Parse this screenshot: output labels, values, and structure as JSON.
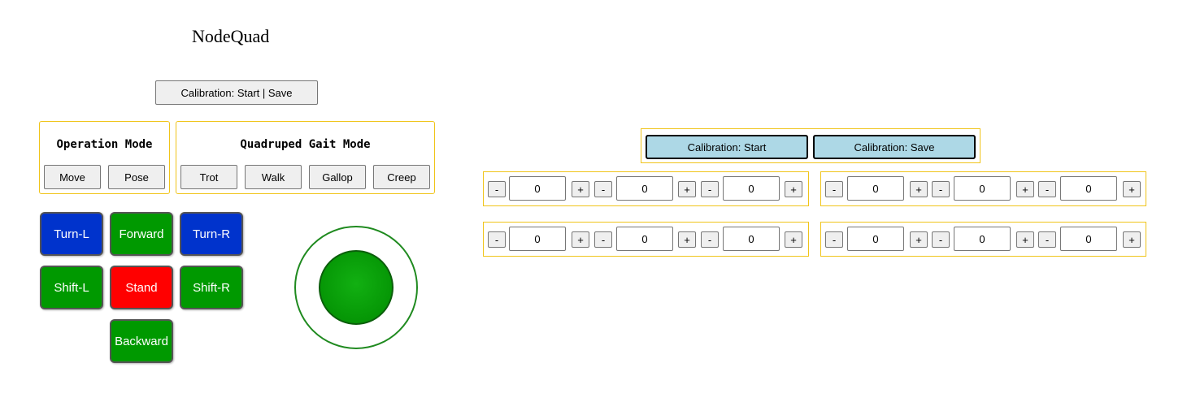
{
  "title": "NodeQuad",
  "calibration_toggle_label": "Calibration: Start | Save",
  "operation_mode": {
    "title": "Operation Mode",
    "buttons": [
      "Move",
      "Pose"
    ]
  },
  "gait_mode": {
    "title": "Quadruped Gait Mode",
    "buttons": [
      "Trot",
      "Walk",
      "Gallop",
      "Creep"
    ]
  },
  "direction_pad": {
    "turn_left": "Turn-L",
    "forward": "Forward",
    "turn_right": "Turn-R",
    "shift_left": "Shift-L",
    "stand": "Stand",
    "shift_right": "Shift-R",
    "backward": "Backward"
  },
  "colors": {
    "blue": "#0033cc",
    "green": "#009900",
    "red": "#ff0000",
    "panel_border": "#f0c419",
    "calibration_button": "#add8e6"
  },
  "joystick": {
    "outer_icon": "joystick-ring",
    "knob_icon": "joystick-knob"
  },
  "calibration": {
    "start_label": "Calibration: Start",
    "save_label": "Calibration: Save"
  },
  "legs": [
    {
      "minus": "-",
      "plus": "+",
      "values": [
        "0",
        "0",
        "0"
      ]
    },
    {
      "minus": "-",
      "plus": "+",
      "values": [
        "0",
        "0",
        "0"
      ]
    },
    {
      "minus": "-",
      "plus": "+",
      "values": [
        "0",
        "0",
        "0"
      ]
    },
    {
      "minus": "-",
      "plus": "+",
      "values": [
        "0",
        "0",
        "0"
      ]
    }
  ]
}
